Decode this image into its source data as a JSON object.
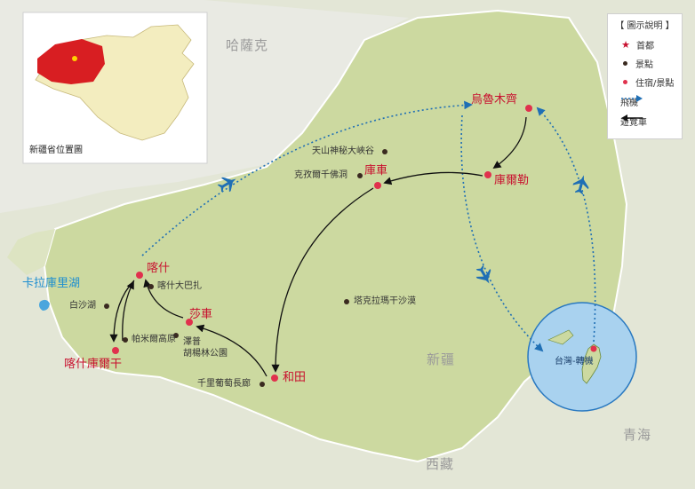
{
  "regions": {
    "kazakhstan": "哈薩克",
    "xinjiang": "新疆",
    "tibet": "西藏",
    "qinghai": "青海"
  },
  "inset": {
    "caption": "新疆省位置圖"
  },
  "legend": {
    "title": "【 圖示說明 】",
    "capital": "首都",
    "scenic": "景點",
    "stay": "住宿/景點",
    "flight": "飛機",
    "coach": "遊覽車"
  },
  "cities": {
    "urumqi": "烏魯木齊",
    "korla": "庫爾勒",
    "kuqa": "庫車",
    "kashgar": "喀什",
    "shache": "莎車",
    "hotan": "和田",
    "kashgar_kurgan": "喀什庫爾干"
  },
  "spots": {
    "tianshan": "天山神秘大峽谷",
    "kizil": "克孜爾千佛洞",
    "taklamakan": "塔克拉瑪干沙漠",
    "bazaar": "喀什大巴扎",
    "baisha": "白沙湖",
    "pamir": "帕米爾高原",
    "zepu_1": "澤普",
    "zepu_2": "胡楊林公園",
    "grape": "千里葡萄長廊"
  },
  "lake": "卡拉庫里湖",
  "taiwan": "台灣-轉機",
  "colors": {
    "sea": "#e9eae3",
    "land": "#d7dfae",
    "xinjiang": "#ccd9a0",
    "route_red": "#e0314d",
    "flight_blue": "#1f6fb5",
    "ocean_circle": "#a9d2ef"
  },
  "icons": [
    "star-icon",
    "dot-icon",
    "plane-icon",
    "dotted-arrow-icon",
    "arrow-icon"
  ]
}
